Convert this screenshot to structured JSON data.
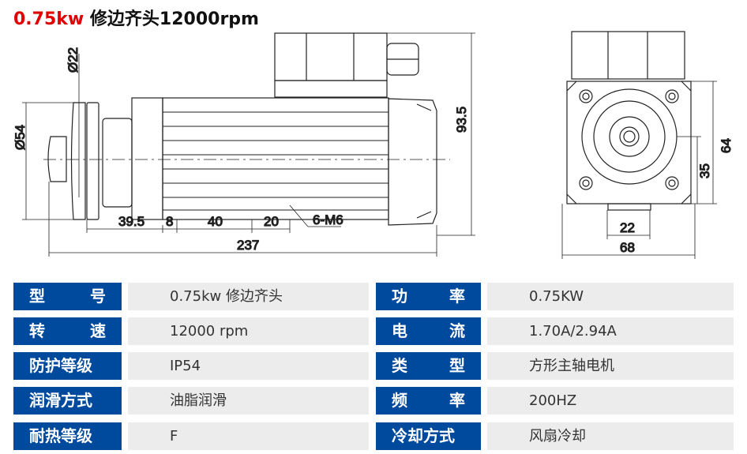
{
  "title": {
    "highlight": "0.75kw",
    "rest": " 修边齐头12000rpm"
  },
  "drawing": {
    "side": {
      "d22": "Ø22",
      "d54": "Ø54",
      "h93_5": "93.5",
      "l39_5": "39.5",
      "l8": "8",
      "l40": "40",
      "l20": "20",
      "holes": "6-M6",
      "l237": "237"
    },
    "front": {
      "h64": "64",
      "h35": "35",
      "w22": "22",
      "w68": "68"
    }
  },
  "specs": [
    {
      "l1": [
        "型",
        "号"
      ],
      "v1": "0.75kw 修边齐头",
      "l2": [
        "功",
        "率"
      ],
      "v2": "0.75KW"
    },
    {
      "l1": [
        "转",
        "速"
      ],
      "v1": "12000 rpm",
      "l2": [
        "电",
        "流"
      ],
      "v2": "1.70A/2.94A"
    },
    {
      "l1": [
        "防护等级"
      ],
      "v1": "IP54",
      "l2": [
        "类",
        "型"
      ],
      "v2": "方形主轴电机"
    },
    {
      "l1": [
        "润滑方式"
      ],
      "v1": "油脂润滑",
      "l2": [
        "频",
        "率"
      ],
      "v2": "200HZ"
    },
    {
      "l1": [
        "耐热等级"
      ],
      "v1": "F",
      "l2": [
        "冷却方式"
      ],
      "v2": "风扇冷却"
    }
  ],
  "colors": {
    "label_bg": "#004a9e",
    "value_bg": "#ececec",
    "accent": "#e00000"
  }
}
